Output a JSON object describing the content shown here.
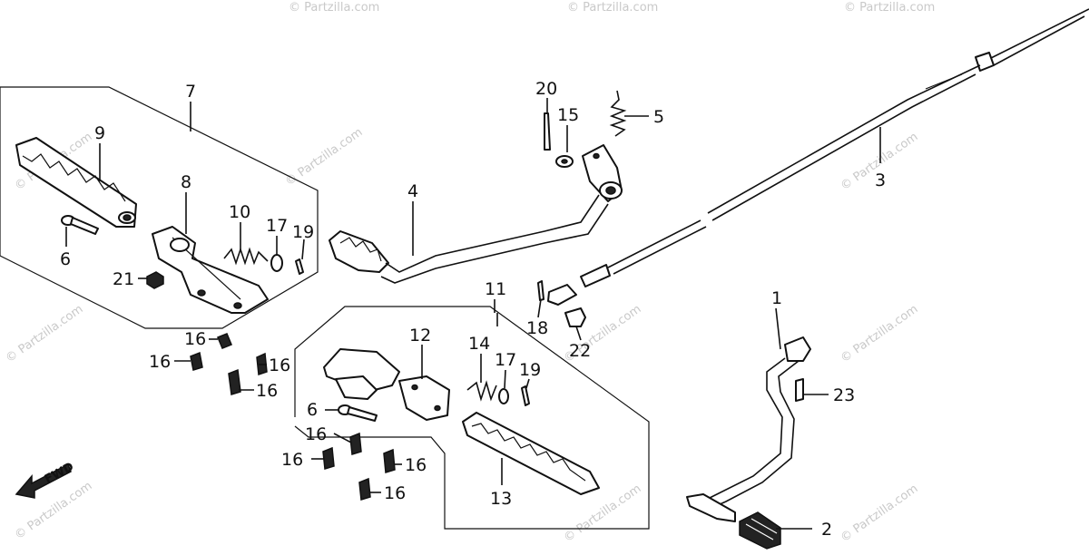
{
  "diagram": {
    "watermark": "© Partzilla.com",
    "direction_label": "FWD",
    "callouts": {
      "c1": "1",
      "c2": "2",
      "c3": "3",
      "c4": "4",
      "c5": "5",
      "c6a": "6",
      "c6b": "6",
      "c7": "7",
      "c8": "8",
      "c9": "9",
      "c10": "10",
      "c11": "11",
      "c12": "12",
      "c13": "13",
      "c14": "14",
      "c15": "15",
      "c16a": "16",
      "c16b": "16",
      "c16c": "16",
      "c16d": "16",
      "c16e": "16",
      "c16f": "16",
      "c16g": "16",
      "c16h": "16",
      "c17a": "17",
      "c17b": "17",
      "c18": "18",
      "c19a": "19",
      "c19b": "19",
      "c20": "20",
      "c21": "21",
      "c22": "22",
      "c23": "23"
    }
  }
}
